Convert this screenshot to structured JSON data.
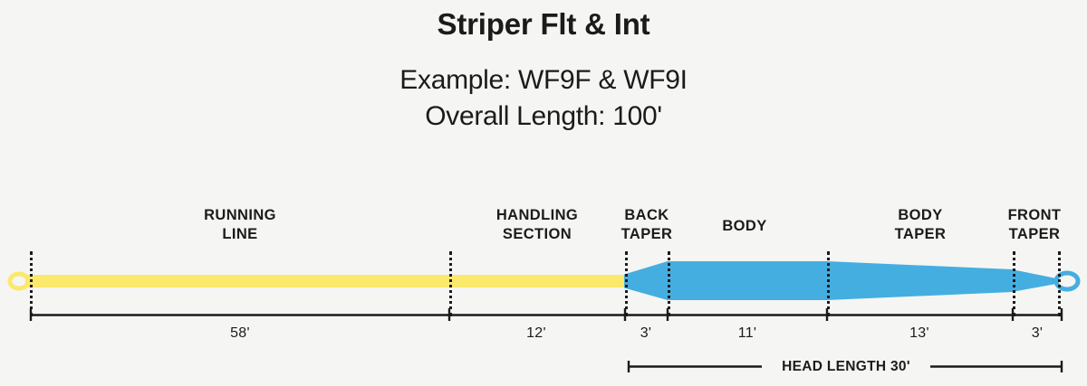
{
  "heading": {
    "title": "Striper Flt & Int",
    "example": "Example: WF9F & WF9I",
    "overall_length": "Overall Length: 100'"
  },
  "colors": {
    "background": "#f5f5f3",
    "running_line": "#fae96b",
    "head": "#45aee0",
    "ink": "#1b1b1b"
  },
  "segments": [
    {
      "key": "running_line",
      "label": "RUNNING\nLINE",
      "length": "58'",
      "color": "#fae96b"
    },
    {
      "key": "handling_section",
      "label": "HANDLING\nSECTION",
      "length": "12'",
      "color": "#fae96b"
    },
    {
      "key": "back_taper",
      "label": "BACK\nTAPER",
      "length": "3'",
      "color": "#45aee0"
    },
    {
      "key": "body",
      "label": "BODY",
      "length": "11'",
      "color": "#45aee0"
    },
    {
      "key": "body_taper",
      "label": "BODY\nTAPER",
      "length": "13'",
      "color": "#45aee0"
    },
    {
      "key": "front_taper",
      "label": "FRONT\nTAPER",
      "length": "3'",
      "color": "#45aee0"
    }
  ],
  "head": {
    "label": "HEAD LENGTH 30'"
  },
  "chart_data": {
    "type": "bar",
    "title": "Striper Flt & Int",
    "subtitle": "Example: WF9F & WF9I / Overall Length: 100'",
    "xlabel": "",
    "ylabel": "",
    "categories": [
      "RUNNING LINE",
      "HANDLING SECTION",
      "BACK TAPER",
      "BODY",
      "BODY TAPER",
      "FRONT TAPER"
    ],
    "values": [
      58,
      12,
      3,
      11,
      13,
      3
    ],
    "unit": "ft",
    "total_length": 100,
    "head_length": 30,
    "annotations": [
      "HEAD LENGTH 30'"
    ],
    "grid": false,
    "legend": "none"
  }
}
